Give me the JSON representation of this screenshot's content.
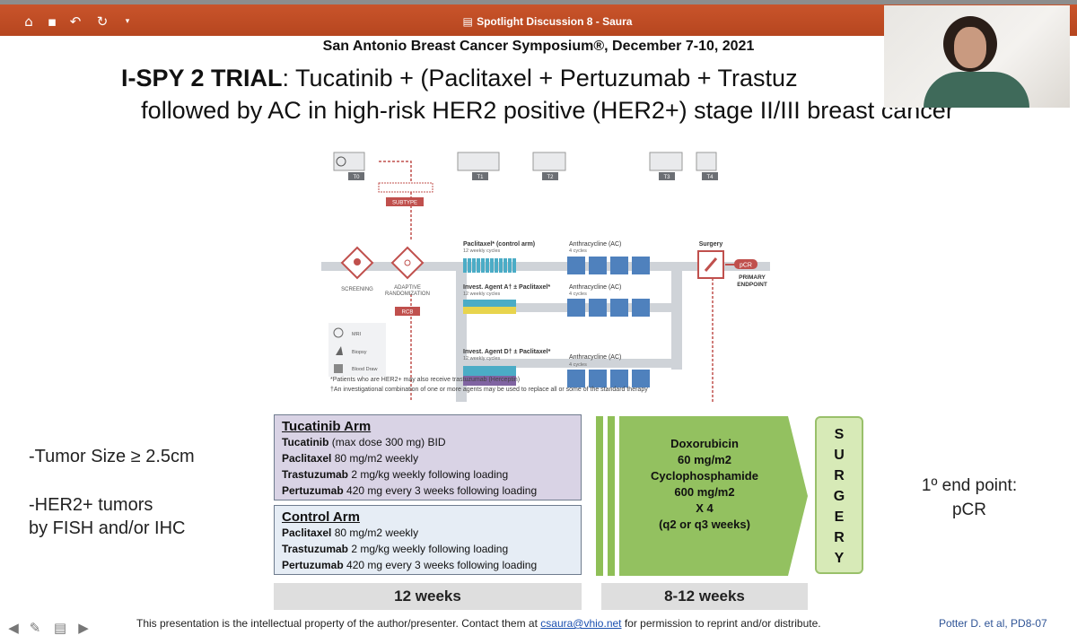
{
  "titlebar": {
    "document_title": "Spotlight Discussion 8 - Saura",
    "icons": [
      "home-icon",
      "save-icon",
      "undo-icon",
      "redo-icon",
      "customize-icon"
    ]
  },
  "slide": {
    "symposium": "San Antonio Breast Cancer Symposium®, December 7-10, 2021",
    "title_bold": "I-SPY 2 TRIAL",
    "title_rest": ": Tucatinib + (Paclitaxel + Pertuzumab + Trastuz",
    "title_line2": "followed by AC in high-risk HER2 positive (HER2+) stage II/III breast cancer"
  },
  "schema": {
    "timepoints": [
      "T0",
      "T1",
      "T2",
      "T3",
      "T4"
    ],
    "screening": "SCREENING",
    "adaptive": "ADAPTIVE",
    "randomization": "RANDOMIZATION",
    "subtype": "SUBTYPE",
    "rcb": "RCB",
    "arm1_title": "Paclitaxel* (control arm)",
    "arm1_sub": "12 weekly cycles",
    "arm2_title": "Invest. Agent A† ± Paclitaxel*",
    "arm2_sub": "12 weekly cycles",
    "arm3_title": "Invest. Agent D† ± Paclitaxel*",
    "arm3_sub": "12 weekly cycles",
    "ac_title": "Anthracycline (AC)",
    "ac_sub": "4 cycles",
    "surgery": "Surgery",
    "pcr": "pCR",
    "primary": "PRIMARY",
    "endpoint": "ENDPOINT",
    "legend_mri": "MRI",
    "legend_biopsy": "Biopsy",
    "legend_blood": "Blood Draw",
    "footnote1": "*Patients who are HER2+ may also receive trastuzumab (Herceptin)",
    "footnote2": "†An investigational combination of one or more agents may be used to replace all or some of the standard therapy",
    "colors": {
      "accent": "#c0504d",
      "ac_block": "#4f81bd",
      "arm_teal": "#4bacc6",
      "arm_yellow": "#e8d44d",
      "arm_purple": "#8064a2",
      "track": "#cfd3d8"
    }
  },
  "criteria": {
    "tumor_size": "-Tumor Size ≥ 2.5cm",
    "her2_line1": "-HER2+ tumors",
    "her2_line2": "by FISH and/or IHC"
  },
  "tucatinib_arm": {
    "title": "Tucatinib Arm",
    "l1_drug": "Tucatinib",
    "l1_rest": " (max dose 300 mg) BID",
    "l2_drug": "Paclitaxel",
    "l2_rest": " 80 mg/m2 weekly",
    "l3_drug": "Trastuzumab",
    "l3_rest": "  2 mg/kg weekly following loading",
    "l4_drug": "Pertuzumab",
    "l4_rest": " 420 mg every 3 weeks following loading"
  },
  "control_arm": {
    "title": "Control Arm",
    "l1_drug": "Paclitaxel",
    "l1_rest": " 80 mg/m2 weekly",
    "l2_drug": "Trastuzumab",
    "l2_rest": "  2 mg/kg weekly following loading",
    "l3_drug": "Pertuzumab",
    "l3_rest": "  420 mg every 3 weeks following loading"
  },
  "ac_block": {
    "l1": "Doxorubicin",
    "l2": "60 mg/m2",
    "l3": "Cyclophosphamide",
    "l4": "600 mg/m2",
    "l5": "X 4",
    "l6": "(q2 or q3 weeks)"
  },
  "surgery": {
    "letters": [
      "S",
      "U",
      "R",
      "G",
      "E",
      "R",
      "Y"
    ]
  },
  "endpoint": {
    "line1": "1º end point:",
    "line2": "pCR"
  },
  "durations": {
    "weeks_12": "12 weeks",
    "weeks_8_12": "8-12 weeks"
  },
  "footer": {
    "text_before": "This presentation is the intellectual property of the author/presenter. Contact them at ",
    "email": "csaura@vhio.net",
    "text_after": " for permission to reprint and/or distribute.",
    "citation": "Potter D. et al, PD8-07"
  },
  "tools": [
    "back-arrow-icon",
    "pen-icon",
    "notes-icon",
    "forward-arrow-icon"
  ]
}
